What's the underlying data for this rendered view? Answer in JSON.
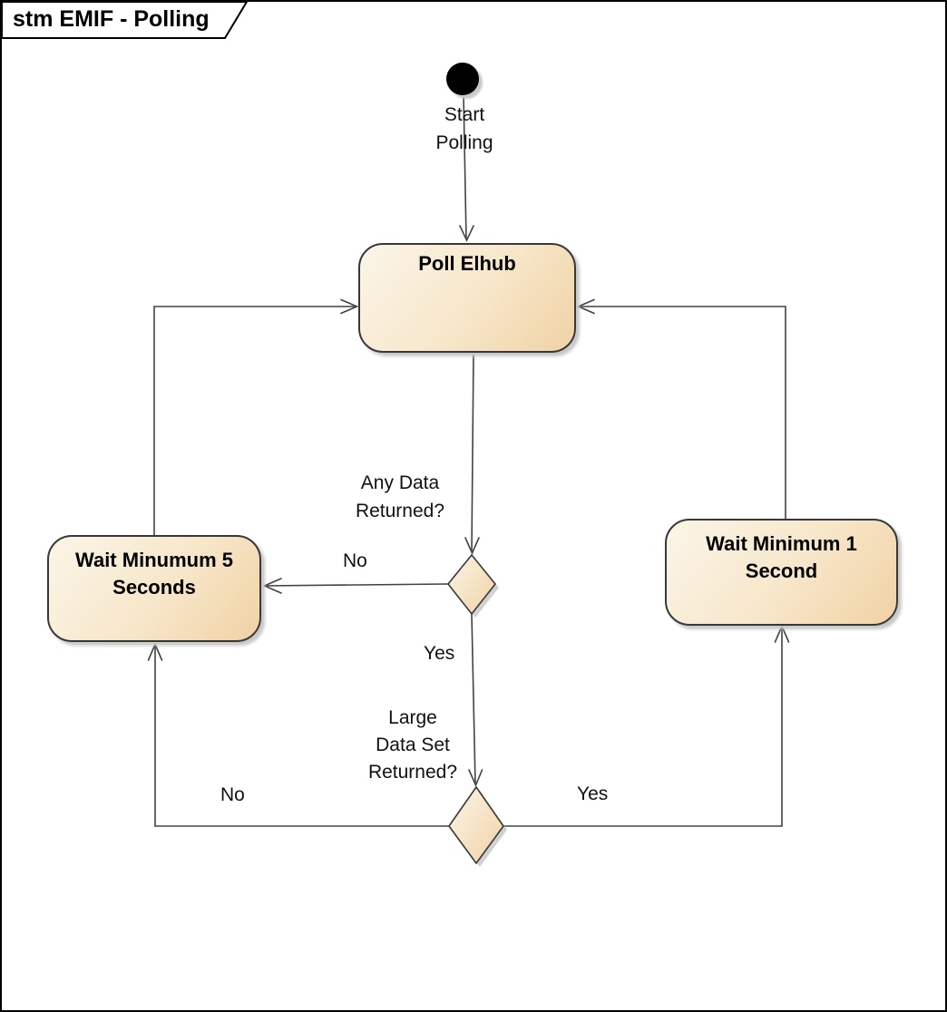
{
  "frame": {
    "title": "stm EMIF - Polling"
  },
  "nodes": {
    "start": {
      "label": "Start\nPolling"
    },
    "poll_elhub": {
      "label": "Poll Elhub"
    },
    "wait_min_5_seconds": {
      "label": "Wait Minumum 5\nSeconds"
    },
    "wait_min_1_second": {
      "label": "Wait Minimum 1\nSecond"
    }
  },
  "decisions": {
    "any_data": {
      "question": "Any Data\nReturned?"
    },
    "large_data_set": {
      "question": "Large\nData Set\nReturned?"
    }
  },
  "edge_labels": {
    "any_data_no": "No",
    "any_data_yes": "Yes",
    "large_data_no": "No",
    "large_data_yes": "Yes"
  },
  "colors": {
    "node_fill_light": "#FBF5E8",
    "node_fill_dark": "#F0D2A4",
    "node_border": "#383838",
    "connector": "#424242",
    "shadow": "#C9C9C9",
    "start_fill": "#000000",
    "frame_border": "#000000"
  }
}
